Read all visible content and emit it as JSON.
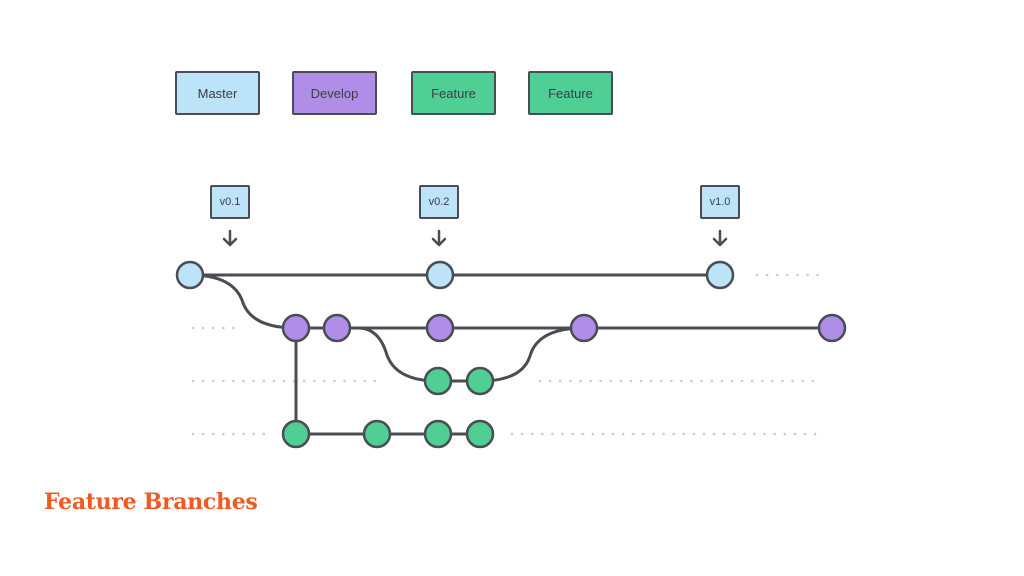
{
  "legend": {
    "master": "Master",
    "develop": "Develop",
    "feature_1": "Feature",
    "feature_2": "Feature"
  },
  "tags": {
    "v01": "v0.1",
    "v02": "v0.2",
    "v10": "v1.0"
  },
  "caption": "Feature Branches",
  "colors": {
    "master": "#bde3f8",
    "develop": "#b08ee8",
    "feature": "#4fcf93",
    "stroke": "#4a4d54",
    "dots": "#c9cbd0",
    "caption": "#f05a22"
  }
}
